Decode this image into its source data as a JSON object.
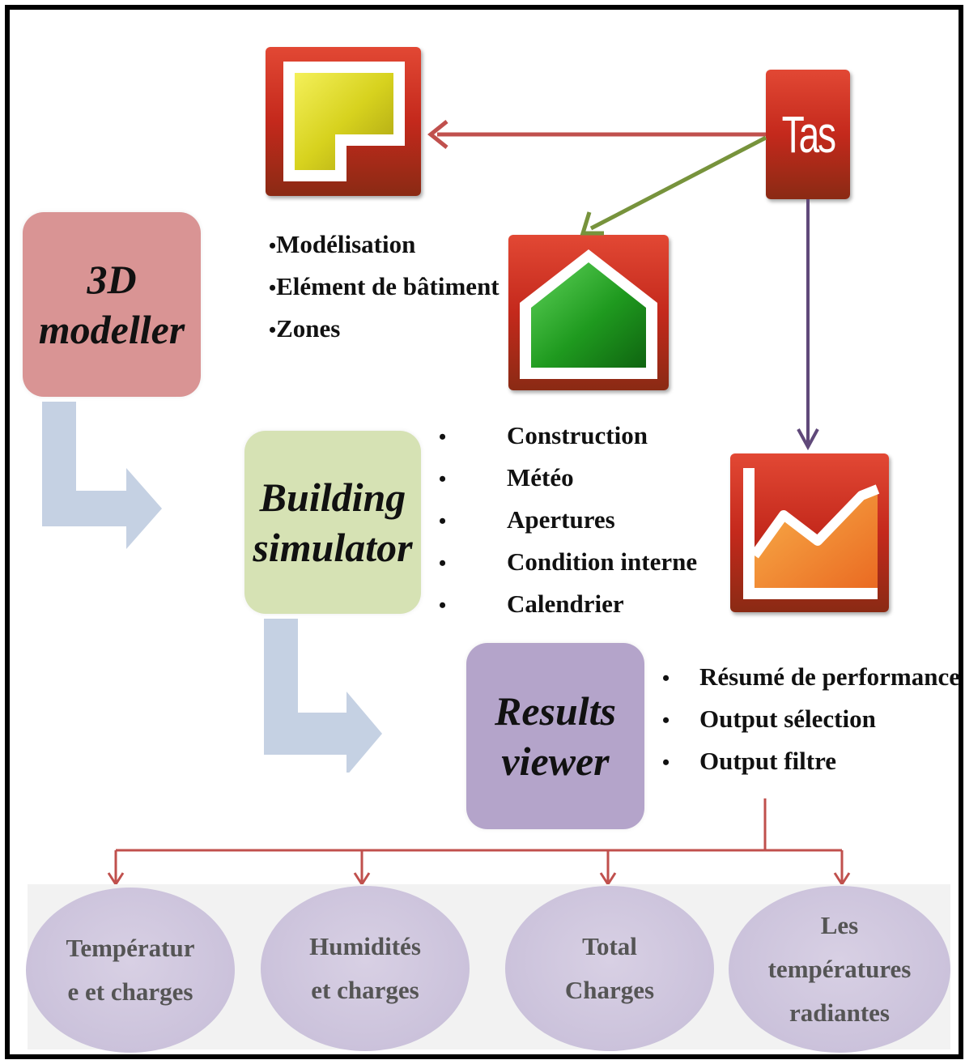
{
  "tas_logo": "Tas",
  "boxes": {
    "modeller": [
      "3D",
      "modeller"
    ],
    "simulator": [
      "Building",
      "simulator"
    ],
    "viewer": [
      "Results",
      "viewer"
    ]
  },
  "modeller_features": [
    "Modélisation",
    "Elément de bâtiment",
    "Zones"
  ],
  "simulator_features": [
    "Construction",
    "Météo",
    "Apertures",
    "Condition interne",
    "Calendrier"
  ],
  "viewer_features": [
    "Résumé de performance",
    "Output sélection",
    "Output filtre"
  ],
  "outputs": [
    [
      "Températur",
      "e et charges"
    ],
    [
      "Humidités",
      "et charges"
    ],
    [
      "Total",
      "Charges"
    ],
    [
      "Les",
      "températures",
      "radiantes"
    ]
  ],
  "colors": {
    "modeller_box": "#d99494",
    "simulator_box": "#d6e2b4",
    "viewer_box": "#b4a4ca",
    "flow_arrow": "#c5d1e3",
    "red_arrow": "#c0504d",
    "green_arrow": "#77933c",
    "purple_arrow": "#60497a",
    "output_ellipse": "#cbc2db"
  },
  "icons": [
    "tas-building-modeller-icon",
    "tas-logo-icon",
    "tas-building-simulator-icon",
    "tas-results-viewer-icon"
  ]
}
